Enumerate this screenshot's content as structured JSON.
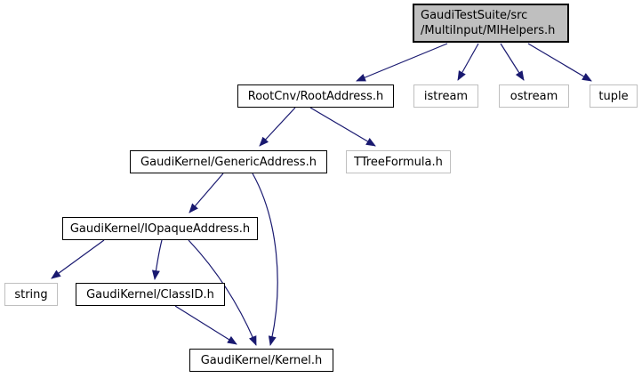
{
  "title": "Include dependency graph for MIHelpers.h",
  "colors": {
    "bg": "#ffffff",
    "arrow_color": "#191970",
    "node_fill": "#ffffff",
    "root_fill": "#bfbfbf",
    "internal_border": "#000000",
    "external_border": "#bfbfbf",
    "text_color": "#000000"
  },
  "graph": {
    "nodes": [
      {
        "id": "mihelpers",
        "label": "GaudiTestSuite/src/MultiInput/MIHelpers.h",
        "line1": "GaudiTestSuite/src",
        "line2": "/MultiInput/MIHelpers.h",
        "type": "root"
      },
      {
        "id": "rootaddress",
        "label": "RootCnv/RootAddress.h",
        "type": "internal"
      },
      {
        "id": "istream",
        "label": "istream",
        "type": "external"
      },
      {
        "id": "ostream",
        "label": "ostream",
        "type": "external"
      },
      {
        "id": "tuple",
        "label": "tuple",
        "type": "external"
      },
      {
        "id": "genericaddress",
        "label": "GaudiKernel/GenericAddress.h",
        "type": "internal"
      },
      {
        "id": "ttreeformula",
        "label": "TTreeFormula.h",
        "type": "external"
      },
      {
        "id": "iopaqueaddress",
        "label": "GaudiKernel/IOpaqueAddress.h",
        "type": "internal"
      },
      {
        "id": "string",
        "label": "string",
        "type": "external"
      },
      {
        "id": "classid",
        "label": "GaudiKernel/ClassID.h",
        "type": "internal"
      },
      {
        "id": "kernel",
        "label": "GaudiKernel/Kernel.h",
        "type": "internal"
      }
    ],
    "edges": [
      {
        "from": "mihelpers",
        "to": "rootaddress"
      },
      {
        "from": "mihelpers",
        "to": "istream"
      },
      {
        "from": "mihelpers",
        "to": "ostream"
      },
      {
        "from": "mihelpers",
        "to": "tuple"
      },
      {
        "from": "rootaddress",
        "to": "genericaddress"
      },
      {
        "from": "rootaddress",
        "to": "ttreeformula"
      },
      {
        "from": "genericaddress",
        "to": "iopaqueaddress"
      },
      {
        "from": "genericaddress",
        "to": "kernel"
      },
      {
        "from": "iopaqueaddress",
        "to": "string"
      },
      {
        "from": "iopaqueaddress",
        "to": "classid"
      },
      {
        "from": "iopaqueaddress",
        "to": "kernel"
      },
      {
        "from": "classid",
        "to": "kernel"
      }
    ]
  }
}
